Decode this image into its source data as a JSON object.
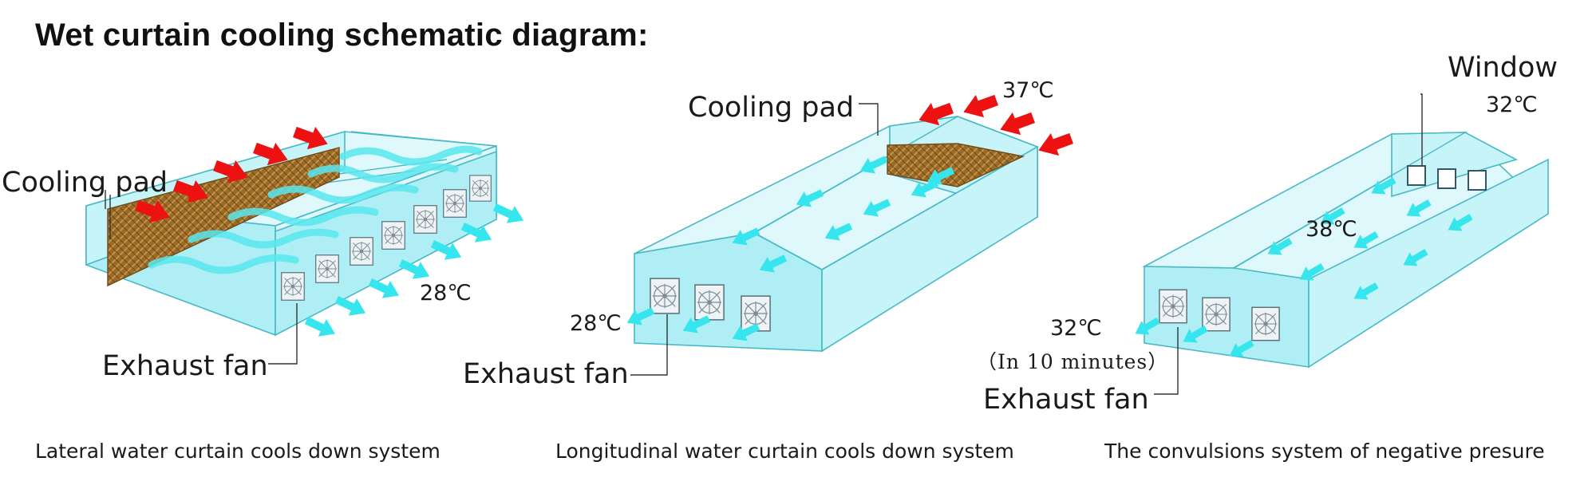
{
  "title": "Wet curtain cooling schematic diagram:",
  "colors": {
    "hot_air": "#ee1111",
    "cool_air": "#36e6ee",
    "cooling_pad": "#9a6a28",
    "building": "#c6f4f8"
  },
  "panel1": {
    "caption": "Lateral water curtain cools down system",
    "cooling_pad_label": "Cooling pad",
    "exhaust_fan_label": "Exhaust fan",
    "temp_out": "28℃"
  },
  "panel2": {
    "caption": "Longitudinal water curtain cools down system",
    "cooling_pad_label": "Cooling pad",
    "exhaust_fan_label": "Exhaust fan",
    "temp_in": "37℃",
    "temp_out": "28℃"
  },
  "panel3": {
    "caption": "The convulsions system of negative presure",
    "window_label": "Window",
    "exhaust_fan_label": "Exhaust fan",
    "temp_window": "32℃",
    "temp_inside": "38℃",
    "temp_out": "32℃",
    "time_note": "（In 10 minutes）"
  }
}
